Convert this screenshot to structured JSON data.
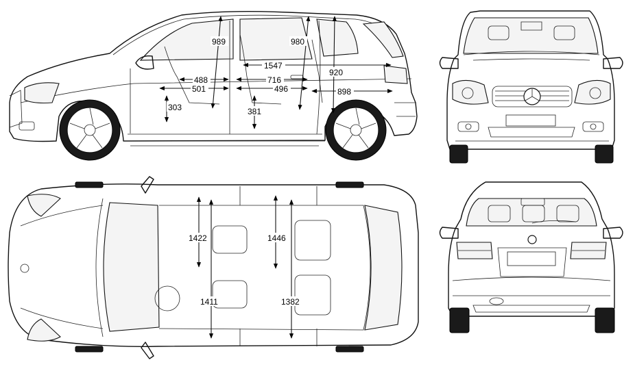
{
  "side_view": {
    "dims": {
      "d989": "989",
      "d980": "980",
      "d1547": "1547",
      "d920": "920",
      "d488": "488",
      "d716": "716",
      "d501": "501",
      "d496": "496",
      "d898": "898",
      "d303": "303",
      "d381": "381"
    }
  },
  "top_view": {
    "dims": {
      "d1422": "1422",
      "d1446": "1446",
      "d1411": "1411",
      "d1382": "1382"
    }
  }
}
